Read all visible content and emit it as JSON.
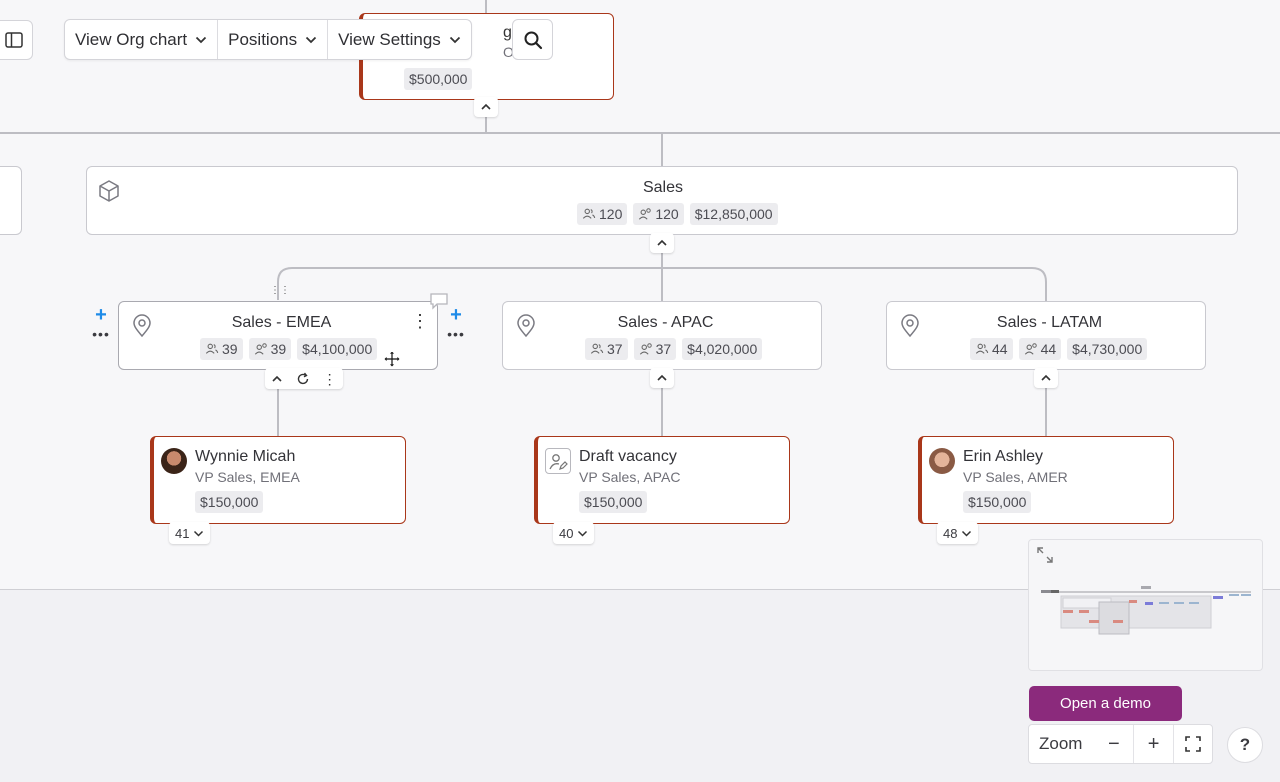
{
  "toolbar": {
    "view_org_chart": "View Org chart",
    "positions": "Positions",
    "view_settings": "View Settings"
  },
  "top_card": {
    "budget": "$500,000",
    "clip_title": "go",
    "clip_sub": "Of"
  },
  "sales": {
    "title": "Sales",
    "members": "120",
    "positions": "120",
    "budget": "$12,850,000"
  },
  "regions": [
    {
      "title": "Sales - EMEA",
      "members": "39",
      "positions": "39",
      "budget": "$4,100,000"
    },
    {
      "title": "Sales - APAC",
      "members": "37",
      "positions": "37",
      "budget": "$4,020,000"
    },
    {
      "title": "Sales - LATAM",
      "members": "44",
      "positions": "44",
      "budget": "$4,730,000"
    }
  ],
  "people": [
    {
      "name": "Wynnie Micah",
      "role": "VP Sales, EMEA",
      "salary": "$150,000",
      "reports": "41"
    },
    {
      "name": "Draft vacancy",
      "role": "VP Sales, APAC",
      "salary": "$150,000",
      "reports": "40"
    },
    {
      "name": "Erin Ashley",
      "role": "VP Sales, AMER",
      "salary": "$150,000",
      "reports": "48"
    }
  ],
  "controls": {
    "open_demo": "Open a demo",
    "zoom": "Zoom",
    "minus": "−",
    "plus": "+",
    "help": "?"
  },
  "colors": {
    "accent": "#a9371a",
    "demo": "#8b2a7c",
    "add": "#1e8be8"
  }
}
